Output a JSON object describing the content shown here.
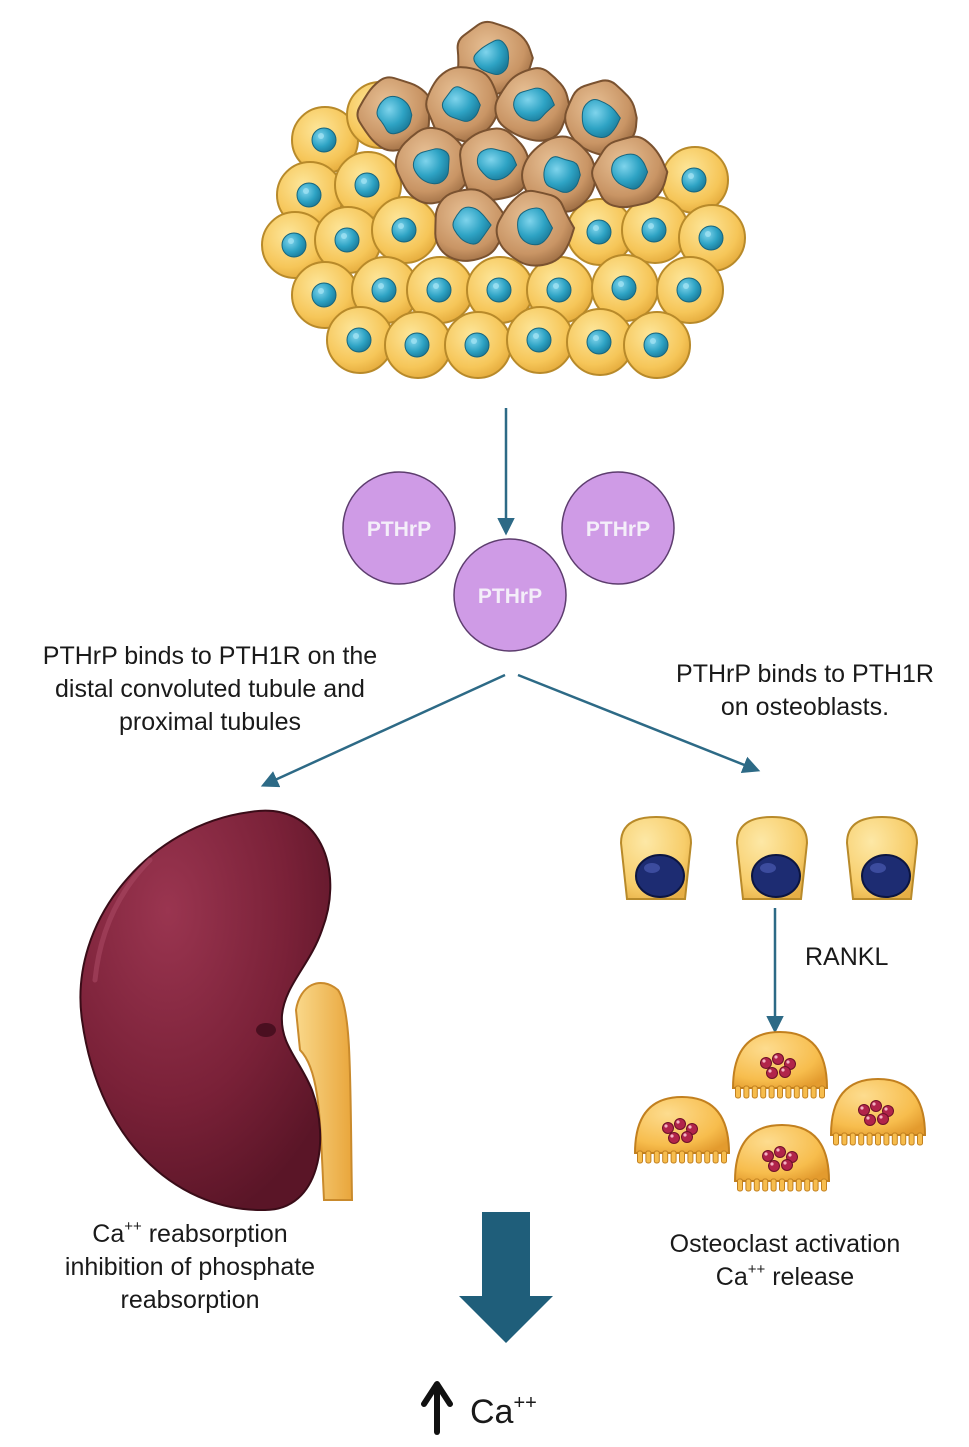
{
  "pthrp": {
    "left": "PTHrP",
    "right": "PTHrP",
    "center": "PTHrP"
  },
  "kidney_path": {
    "line1": "PTHrP binds to PTH1R on the",
    "line2": "distal convoluted tubule and",
    "line3": "proximal tubules"
  },
  "bone_path": {
    "line1": "PTHrP binds to PTH1R",
    "line2": "on osteoblasts.",
    "rankl": "RANKL"
  },
  "kidney_effect": {
    "ca_symbol": "Ca",
    "ca_charge": "++",
    "line1_rest": " reabsorption",
    "line2": "inhibition of phosphate",
    "line3": "reabsorption"
  },
  "osteoclast_effect": {
    "line1": "Osteoclast activation",
    "ca_symbol": "Ca",
    "ca_charge": "++",
    "line2_rest": " release"
  },
  "result": {
    "arrow": "↑",
    "ca_symbol": "Ca",
    "ca_charge": "++"
  },
  "colors": {
    "arrow": "#2d6a86",
    "big_arrow": "#1f5e7a",
    "cell_yellow": "#f6c659",
    "cell_outline": "#b88a2a",
    "nucleus_cyan": "#2ea3c4",
    "tumor_cell": "#c99565",
    "pthrp_circle": "#cf9be6",
    "kidney": "#7a2138",
    "ureter": "#f6c060",
    "osteoblast_nucleus": "#1d2c72",
    "osteoclast": "#f7bd4d",
    "osteoclast_granule": "#b1244a"
  }
}
